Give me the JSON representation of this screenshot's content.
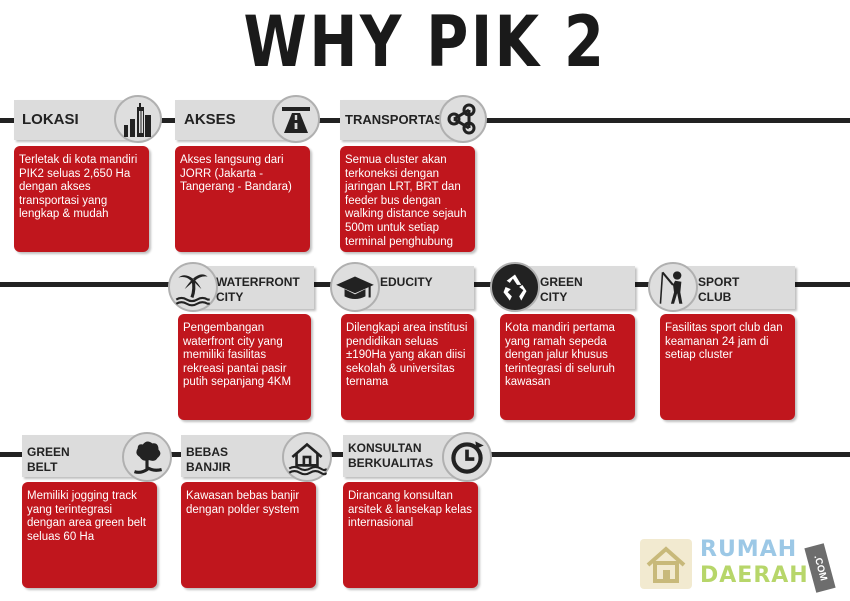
{
  "title": "WHY PIK 2",
  "colors": {
    "accent_red": "#c0161d",
    "header_gray": "#dcdcdc",
    "line": "#222222"
  },
  "rows": [
    {
      "items": [
        {
          "id": "lokasi",
          "label": "LOKASI",
          "icon": "city-skyline-icon",
          "text": "Terletak di kota mandiri PIK2 seluas 2,650 Ha dengan akses transportasi yang lengkap & mudah"
        },
        {
          "id": "akses",
          "label": "AKSES",
          "icon": "highway-icon",
          "text": "Akses langsung dari JORR (Jakarta - Tangerang - Bandara)"
        },
        {
          "id": "transportasi",
          "label": "TRANSPORTASI",
          "icon": "network-nodes-icon",
          "text": "Semua cluster akan terkoneksi dengan jaringan LRT, BRT dan feeder bus dengan walking distance sejauh 500m untuk setiap terminal penghubung"
        }
      ]
    },
    {
      "items": [
        {
          "id": "waterfront",
          "label": "WATERFRONT CITY",
          "icon": "palm-tree-icon",
          "text": "Pengembangan waterfront city yang memiliki fasilitas rekreasi pantai pasir putih sepanjang 4KM"
        },
        {
          "id": "educity",
          "label": "EDUCITY",
          "icon": "graduation-cap-icon",
          "text": "Dilengkapi area institusi pendidikan seluas ±190Ha yang akan diisi sekolah & universitas ternama"
        },
        {
          "id": "greencity",
          "label": "GREEN CITY",
          "icon": "recycle-icon",
          "text": "Kota mandiri pertama yang ramah sepeda dengan jalur khusus terintegrasi di seluruh kawasan"
        },
        {
          "id": "sportclub",
          "label": "SPORT CLUB",
          "icon": "golfer-icon",
          "text": "Fasilitas sport club dan keamanan 24 jam di setiap cluster"
        }
      ]
    },
    {
      "items": [
        {
          "id": "greenbelt",
          "label": "GREEN BELT",
          "icon": "tree-icon",
          "text": "Memiliki jogging track yang terintegrasi dengan area green belt seluas 60 Ha"
        },
        {
          "id": "bebasbanjir",
          "label": "BEBAS BANJIR",
          "icon": "flood-house-icon",
          "text": "Kawasan bebas banjir dengan polder system"
        },
        {
          "id": "konsultan",
          "label": "KONSULTAN BERKUALITAS",
          "icon": "clock-icon",
          "text": "Dirancang konsultan arsitek & lansekap kelas internasional"
        }
      ]
    }
  ],
  "watermark": {
    "line1": "RUMAH",
    "line2": "DAERAH",
    "suffix": ".COM"
  }
}
